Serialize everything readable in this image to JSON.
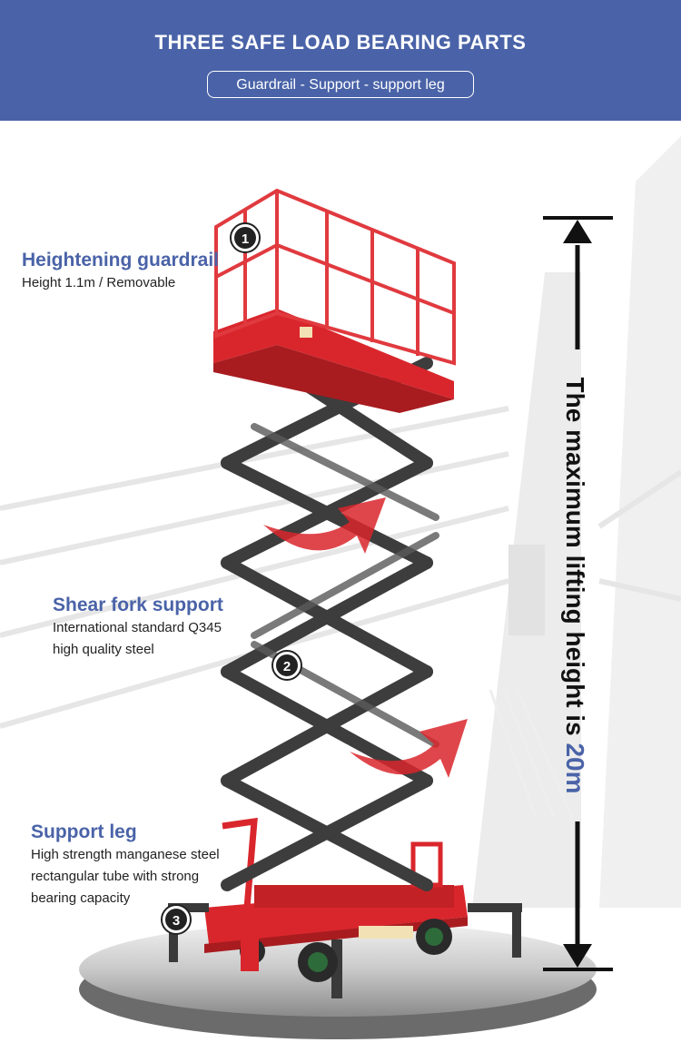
{
  "header": {
    "title": "THREE SAFE LOAD BEARING PARTS",
    "subtitle": "Guardrail - Support - support leg"
  },
  "callouts": [
    {
      "number": "1",
      "title": "Heightening guardrail",
      "desc": [
        "Height 1.1m / Removable"
      ]
    },
    {
      "number": "2",
      "title": "Shear fork support",
      "desc": [
        "International standard Q345",
        "high quality steel"
      ]
    },
    {
      "number": "3",
      "title": "Support leg",
      "desc": [
        "High strength manganese steel",
        "rectangular tube with strong",
        "bearing capacity"
      ]
    }
  ],
  "height_label": {
    "prefix": "The maximum lifting height is ",
    "value": "20m"
  },
  "colors": {
    "header_bg": "#4a63a8",
    "accent": "#4a63a8",
    "lift_red": "#d9262c",
    "scissor_gray": "#3a3a3a"
  },
  "icons": [
    "up-arrow-icon",
    "down-arrow-icon",
    "curved-arrow-icon"
  ]
}
